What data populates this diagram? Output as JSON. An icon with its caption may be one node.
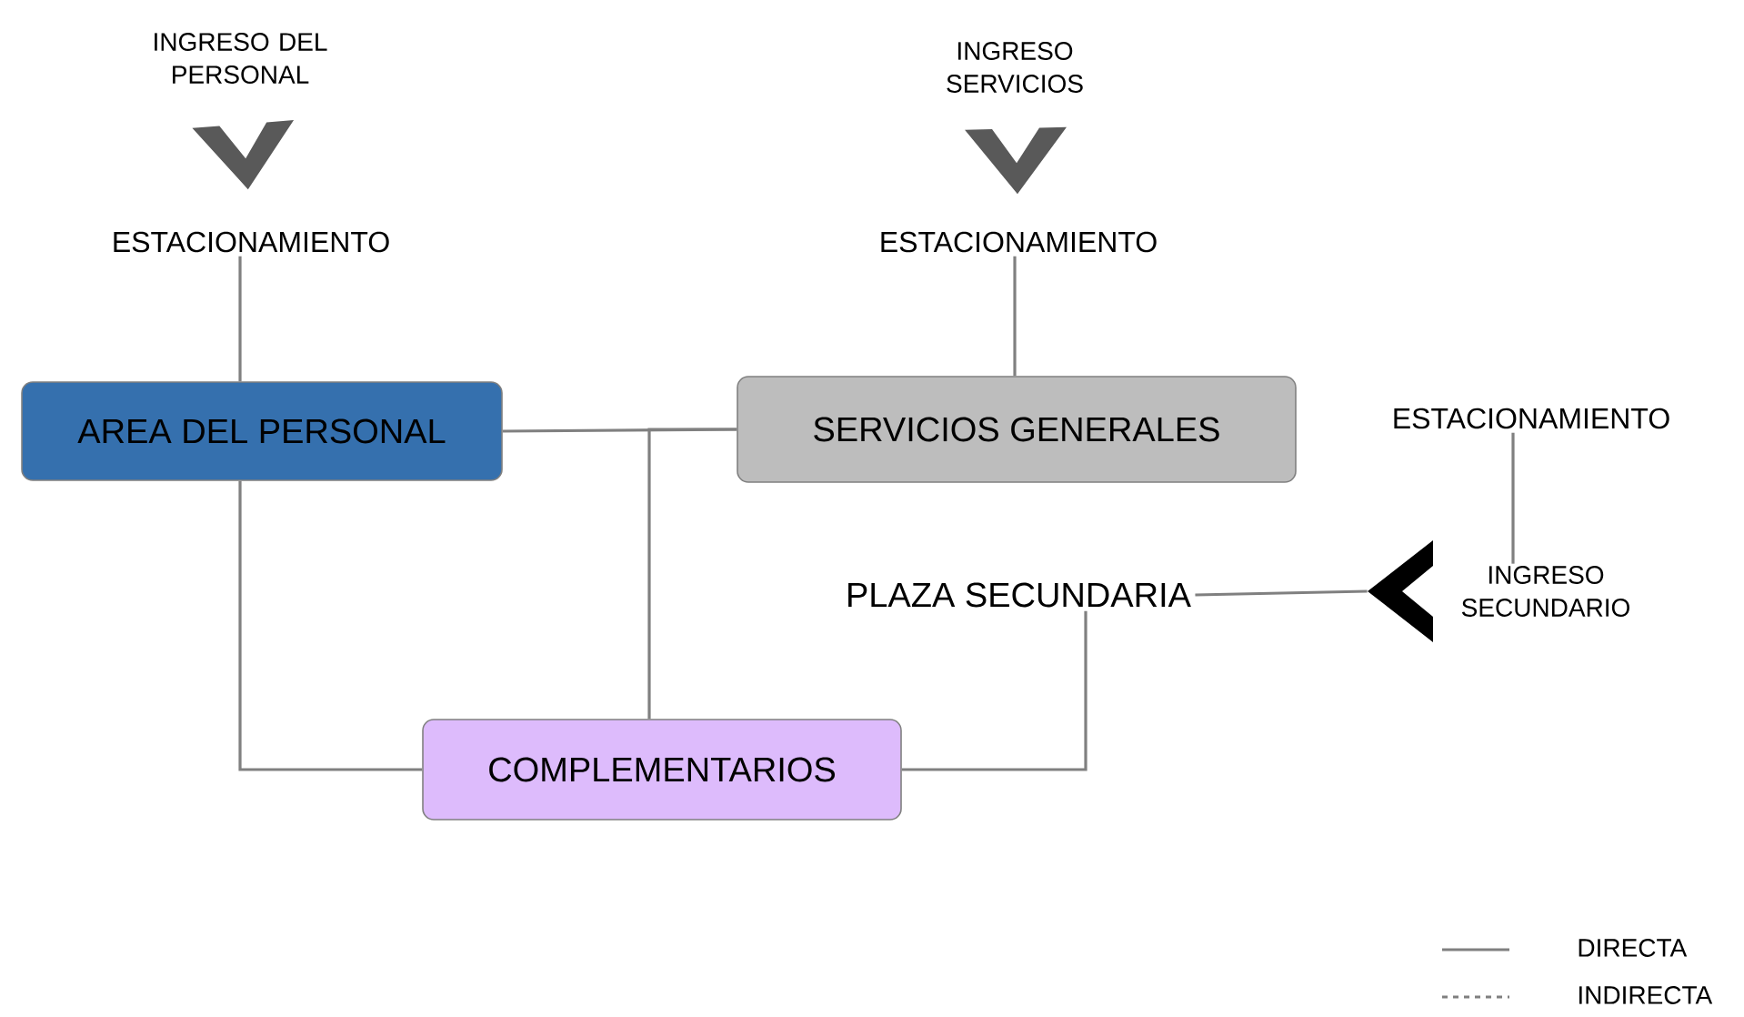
{
  "diagram": {
    "nodes": [
      {
        "text": [
          "INGRESO DEL PERSONAL"
        ]
      },
      {
        "text": [
          "ESTACIONAMIENTO"
        ]
      },
      {
        "text": [
          "INGRESO SERVICIOS"
        ]
      },
      {
        "text": [
          "ESTACIONAMIENTO"
        ]
      },
      {
        "text": [
          "AREA DEL PERSONAL"
        ]
      },
      {
        "text": [
          "SERVICIOS GENERALES"
        ]
      },
      {
        "text": [
          "ESTACIONAMIENTO"
        ]
      },
      {
        "text": [
          "PLAZA SECUNDARIA"
        ]
      },
      {
        "text": [
          "INGRESO SECUNDARIO"
        ]
      },
      {
        "text": [
          "COMPLEMENTARIOS"
        ]
      },
      {
        "text": [],
        "shape": "chevron"
      }
    ],
    "edges": [
      {
        "from": 0,
        "to": 1,
        "arrow": "to"
      },
      {
        "from": 2,
        "to": 3,
        "arrow": "to"
      },
      {
        "from": 1,
        "to": 4,
        "arrow": "none"
      },
      {
        "from": 3,
        "to": 5,
        "arrow": "none"
      },
      {
        "from": 4,
        "to": 5,
        "arrow": "none"
      },
      {
        "from": 5,
        "to": 9,
        "arrow": "none"
      },
      {
        "from": 4,
        "to": 9,
        "arrow": "none"
      },
      {
        "from": 9,
        "to": 7,
        "arrow": "none"
      },
      {
        "from": 6,
        "to": 8,
        "arrow": "none"
      },
      {
        "from": 7,
        "to": 10,
        "arrow": "none"
      }
    ],
    "legend": [
      {
        "text": "DIRECTA"
      },
      {
        "text": "INDIRECTA"
      }
    ]
  }
}
